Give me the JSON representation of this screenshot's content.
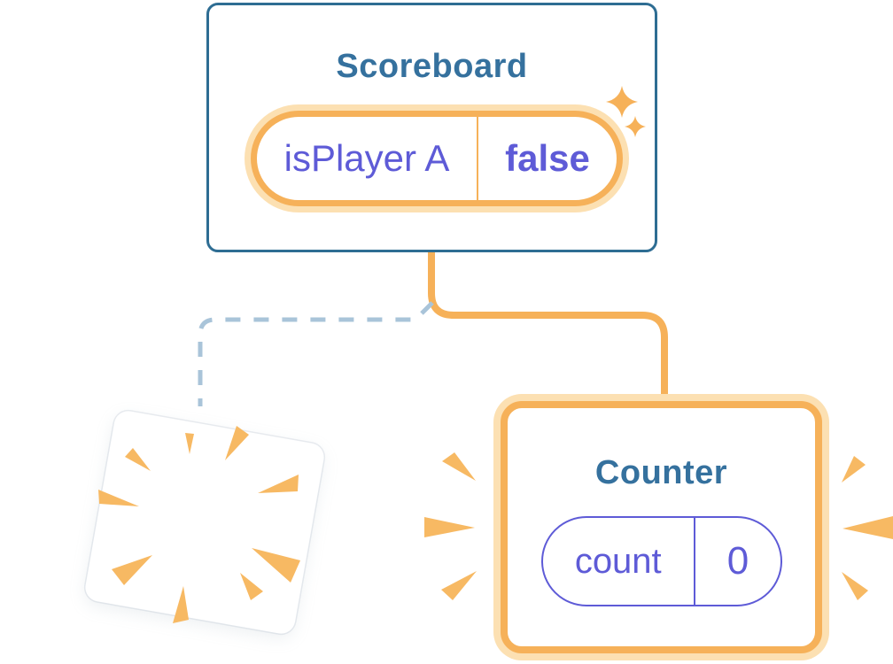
{
  "colors": {
    "card_border_blue": "#2e6d93",
    "title_blue": "#35719e",
    "purple": "#5e5bd7",
    "orange": "#f6b159",
    "orange_glow": "#fce0b2",
    "dash_blue": "#a9c4d9",
    "burst_orange": "#f7b963"
  },
  "scoreboard": {
    "title": "Scoreboard",
    "state": {
      "label": "isPlayer A",
      "value": "false"
    }
  },
  "counter": {
    "title": "Counter",
    "state": {
      "label": "count",
      "value": "0"
    }
  }
}
